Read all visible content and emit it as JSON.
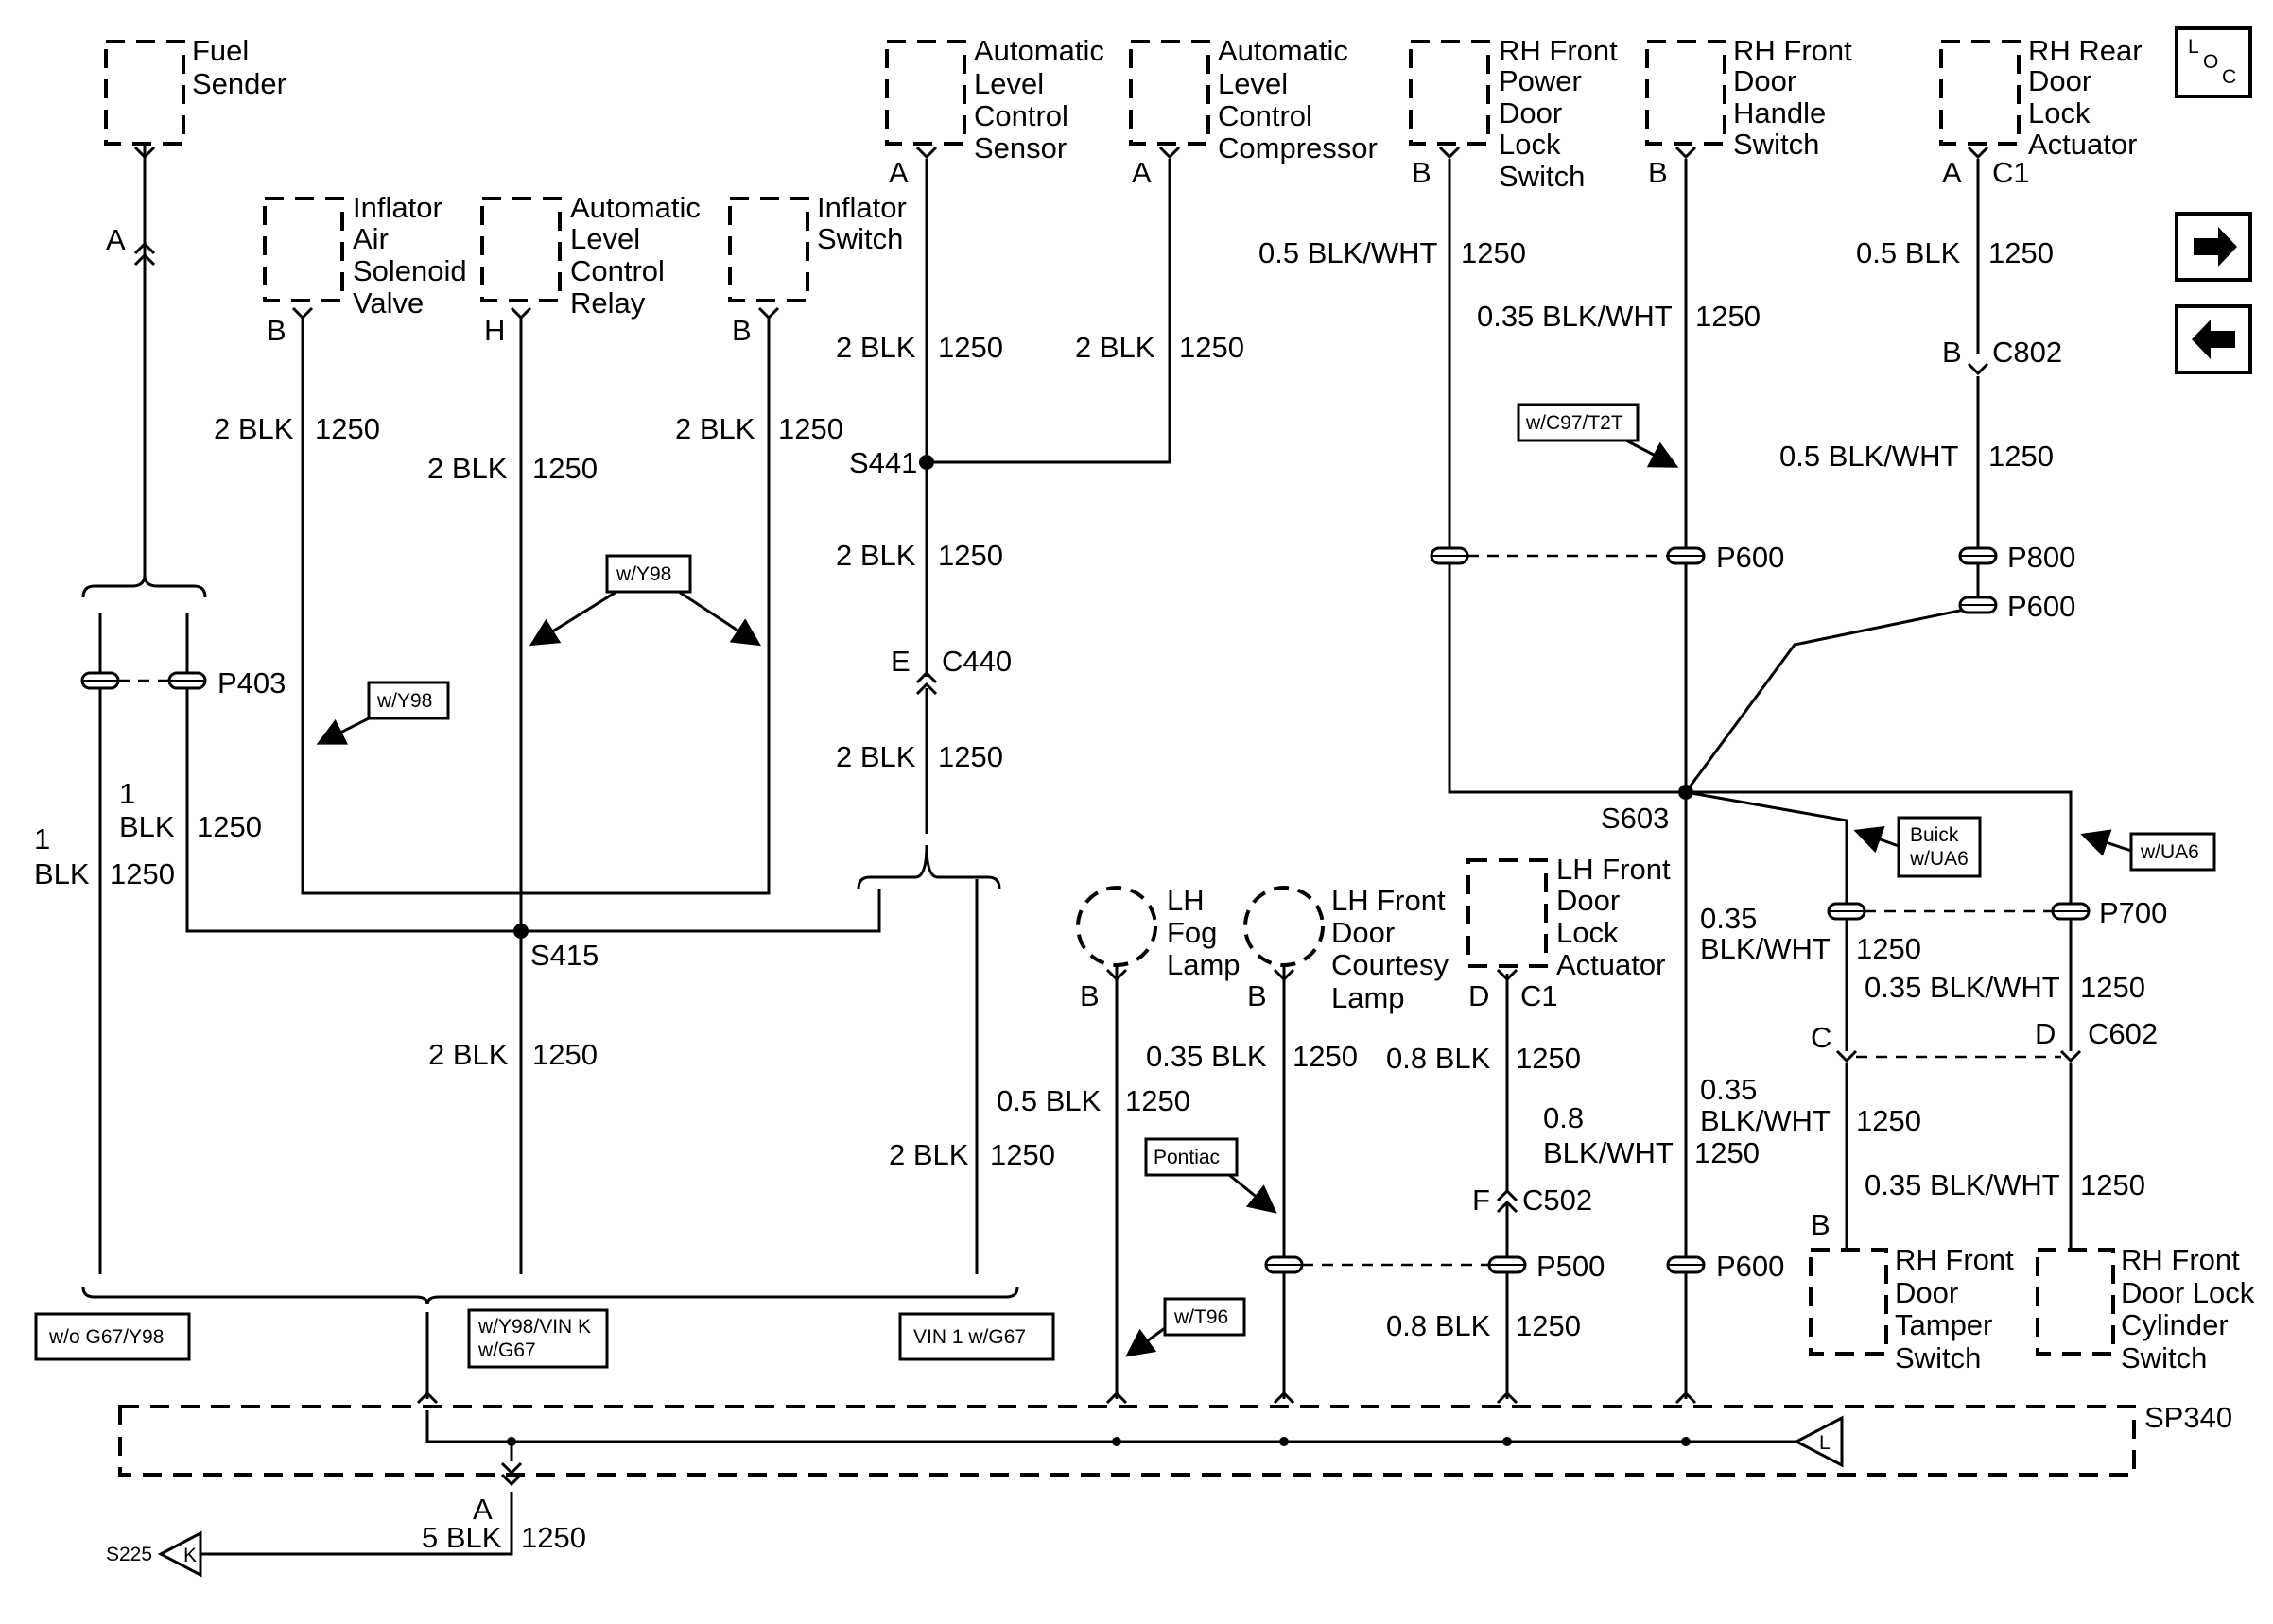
{
  "components": {
    "fuel_sender": [
      "Fuel",
      "Sender"
    ],
    "alc_sensor": [
      "Automatic",
      "Level",
      "Control",
      "Sensor"
    ],
    "alc_compressor": [
      "Automatic",
      "Level",
      "Control",
      "Compressor"
    ],
    "rh_front_power_door_lock_switch": [
      "RH Front",
      "Power",
      "Door",
      "Lock",
      "Switch"
    ],
    "rh_front_door_handle_switch": [
      "RH Front",
      "Door",
      "Handle",
      "Switch"
    ],
    "rh_rear_door_lock_actuator": [
      "RH Rear",
      "Door",
      "Lock",
      "Actuator"
    ],
    "inflator_air_solenoid_valve": [
      "Inflator",
      "Air",
      "Solenoid",
      "Valve"
    ],
    "alc_relay": [
      "Automatic",
      "Level",
      "Control",
      "Relay"
    ],
    "inflator_switch": [
      "Inflator",
      "Switch"
    ],
    "lh_fog_lamp": [
      "LH",
      "Fog",
      "Lamp"
    ],
    "lh_front_door_courtesy_lamp": [
      "LH Front",
      "Door",
      "Courtesy",
      "Lamp"
    ],
    "lh_front_door_lock_actuator": [
      "LH Front",
      "Door",
      "Lock",
      "Actuator"
    ],
    "rh_front_door_tamper_switch": [
      "RH Front",
      "Door",
      "Tamper",
      "Switch"
    ],
    "rh_front_door_lock_cylinder_switch": [
      "RH Front",
      "Door Lock",
      "Cylinder",
      "Switch"
    ]
  },
  "pins": {
    "fuel_sender": "A",
    "alc_sensor": "A",
    "alc_compressor": "A",
    "rh_front_power_door_lock_switch": "B",
    "rh_front_door_handle_switch": "B",
    "rh_rear_door_lock_actuator": "A",
    "rh_rear_c1": "C1",
    "inflator_air_solenoid_valve": "B",
    "alc_relay": "H",
    "inflator_switch": "B",
    "lh_fog_lamp": "B",
    "lh_front_door_courtesy_lamp": "B",
    "lh_front_door_lock_actuator": "D",
    "lh_front_c1": "C1",
    "rh_front_door_tamper_switch": "B",
    "c802_pin": "B",
    "c802": "C802",
    "c440_pin": "E",
    "c440": "C440",
    "c502_pin": "F",
    "c502": "C502",
    "c602_pin_c": "C",
    "c602_pin_d": "D",
    "c602": "C602",
    "sp340_pin": "A"
  },
  "wires": {
    "blk_2": "2 BLK",
    "blk_1": "1",
    "blk_1b": "BLK",
    "blk_05": "0.5 BLK",
    "blk_05_wht": "0.5 BLK/WHT",
    "blk_035_wht": "0.35 BLK/WHT",
    "blk_035": "0.35 BLK",
    "blk_08": "0.8 BLK",
    "blk_08_a": "0.8",
    "blk_wht": "BLK/WHT",
    "blk_035_a": "0.35",
    "blk_5": "5 BLK",
    "circuit": "1250"
  },
  "splices": {
    "s441": "S441",
    "s415": "S415",
    "s603": "S603",
    "sp340": "SP340",
    "s225": "S225"
  },
  "passthroughs": {
    "p403": "P403",
    "p600": "P600",
    "p800": "P800",
    "p700": "P700",
    "p500": "P500"
  },
  "options": {
    "wy98": "w/Y98",
    "wc97": "w/C97/T2T",
    "buick": [
      "Buick",
      "w/UA6"
    ],
    "wua6": "w/UA6",
    "pontiac": "Pontiac",
    "wt96": "w/T96",
    "wo_g67": "w/o G67/Y98",
    "wy98_vin": [
      "w/Y98/VIN K",
      "w/G67"
    ],
    "vin1": "VIN 1 w/G67"
  },
  "nav": {
    "loc_l": "L",
    "loc_o": "O",
    "loc_c": "C",
    "next_icon": "arrow-right-icon",
    "prev_icon": "arrow-left-icon",
    "ref_l": "L",
    "ref_k": "K"
  }
}
